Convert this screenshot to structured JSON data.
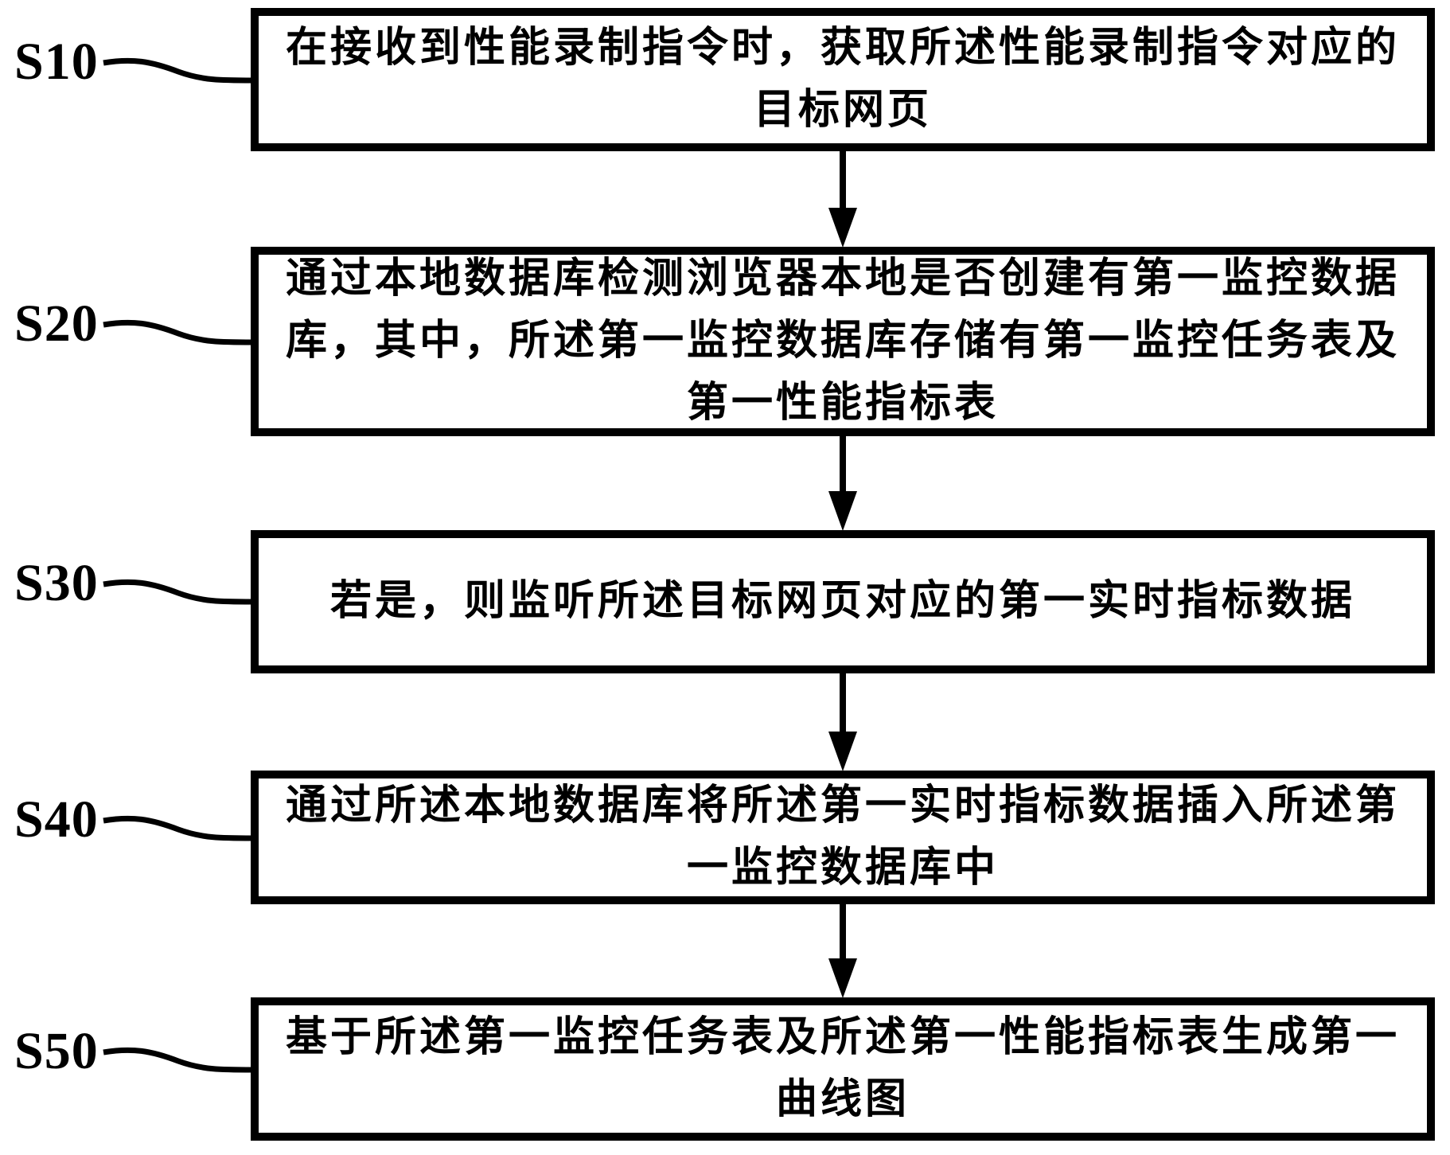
{
  "figure": {
    "type": "flowchart",
    "colors": {
      "ink": "#000000",
      "background": "#ffffff"
    },
    "flow_direction": "top-to-bottom"
  },
  "steps": [
    {
      "label": "S10",
      "lines": [
        "在接收到性能录制指令时，获取所述性能录制指令对应的",
        "目标网页"
      ]
    },
    {
      "label": "S20",
      "lines": [
        "通过本地数据库检测浏览器本地是否创建有第一监控数据",
        "库，其中，所述第一监控数据库存储有第一监控任务表及",
        "第一性能指标表"
      ]
    },
    {
      "label": "S30",
      "lines": [
        "若是，则监听所述目标网页对应的第一实时指标数据"
      ]
    },
    {
      "label": "S40",
      "lines": [
        "通过所述本地数据库将所述第一实时指标数据插入所述第",
        "一监控数据库中"
      ]
    },
    {
      "label": "S50",
      "lines": [
        "基于所述第一监控任务表及所述第一性能指标表生成第一",
        "曲线图"
      ]
    }
  ]
}
